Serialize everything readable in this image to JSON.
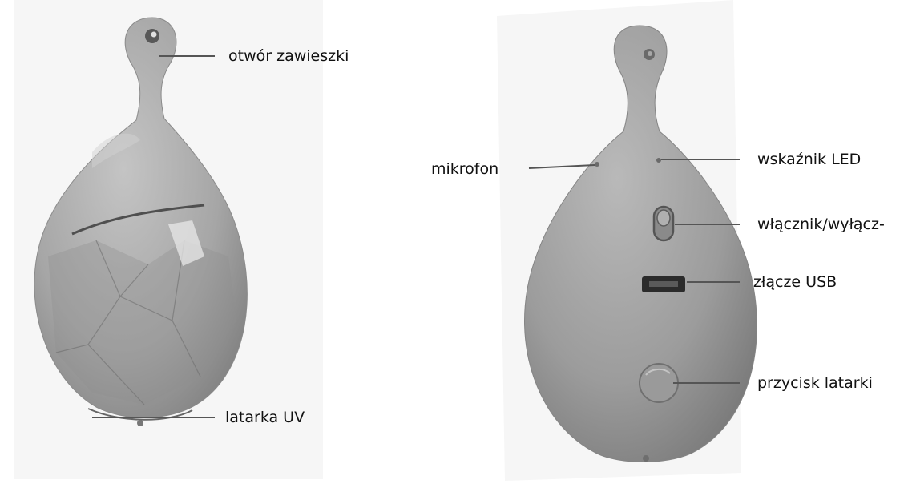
{
  "labels": {
    "lanyard_hole": "otwór zawieszki",
    "uv_flashlight": "latarka UV",
    "microphone": "mikrofon",
    "led_indicator": "wskaźnik LED",
    "power_switch": "włącznik/wyłącz-",
    "usb_port": "złącze USB",
    "flashlight_button": "przycisk latarki"
  },
  "colors": {
    "device_body": "#a9a9a9",
    "device_shadow": "#7c7c7c",
    "leader_line": "#555555",
    "text": "#111111"
  }
}
